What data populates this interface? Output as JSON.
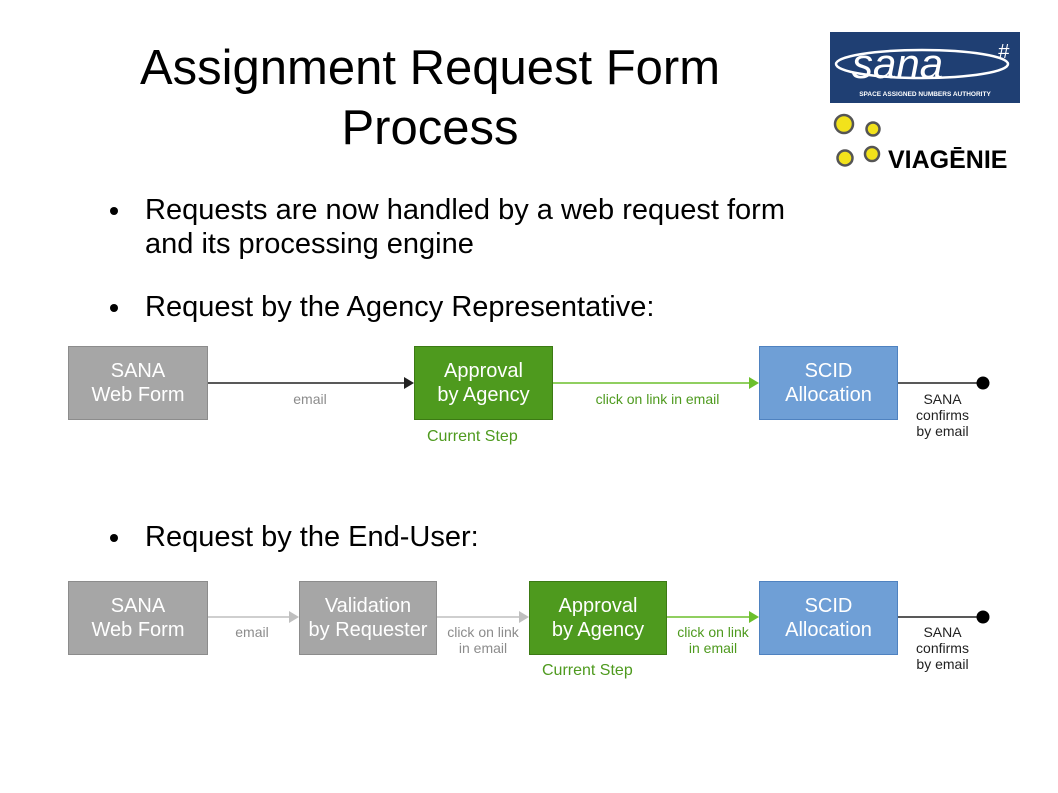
{
  "slide": {
    "title_line1": "Assignment Request Form",
    "title_line2": "Process"
  },
  "bullets": [
    {
      "line1": "Requests are now handled by a web request form",
      "line2": "and its processing engine"
    },
    {
      "line1": "Request by the Agency Representative:"
    },
    {
      "line1": "Request by the End-User:"
    }
  ],
  "logos": {
    "sana_wordmark": "sana",
    "sana_tagline": "SPACE ASSIGNED NUMBERS AUTHORITY",
    "viagenie_wordmark": "VIAGĒNIE"
  },
  "flow1": {
    "boxes": [
      {
        "label": "SANA\nWeb Form",
        "style": "gray"
      },
      {
        "label": "Approval\nby Agency",
        "style": "green"
      },
      {
        "label": "SCID\nAllocation",
        "style": "blue"
      }
    ],
    "edges": [
      {
        "label": "email"
      },
      {
        "label": "click on link in email"
      }
    ],
    "current_step": "Current Step",
    "end_label": "SANA\nconfirms\nby email"
  },
  "flow2": {
    "boxes": [
      {
        "label": "SANA\nWeb Form",
        "style": "gray"
      },
      {
        "label": "Validation\nby Requester",
        "style": "gray"
      },
      {
        "label": "Approval\nby Agency",
        "style": "green"
      },
      {
        "label": "SCID\nAllocation",
        "style": "blue"
      }
    ],
    "edges": [
      {
        "label": "email"
      },
      {
        "label": "click on link\nin email"
      },
      {
        "label": "click on link\nin email"
      }
    ],
    "current_step": "Current Step",
    "end_label": "SANA\nconfirms\nby email"
  },
  "colors": {
    "gray_box": "#a6a6a6",
    "green_box": "#4e9a1e",
    "blue_box": "#6f9fd6",
    "logo_navy": "#1f3f73",
    "logo_yellow": "#f2e21b"
  }
}
